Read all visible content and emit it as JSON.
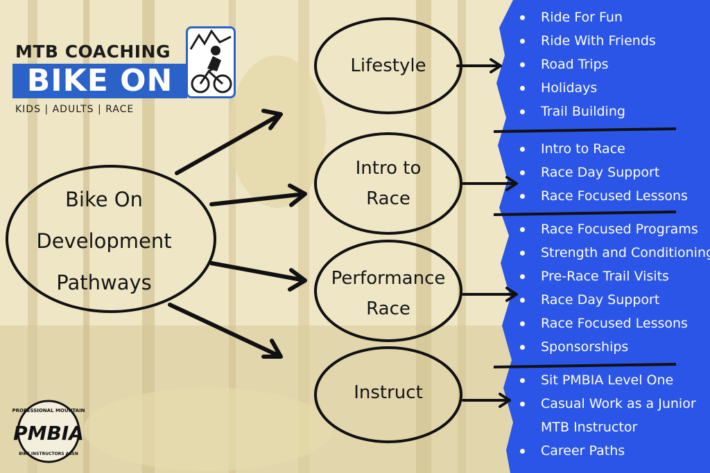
{
  "logo": {
    "line1": "MTB COACHING",
    "line2": "BIKE ON",
    "line3": "KIDS | ADULTS | RACE",
    "brand_color": "#2b62c8"
  },
  "hub": {
    "line1": "Bike On",
    "line2": "Development",
    "line3": "Pathways"
  },
  "pathways": [
    {
      "line1": "Lifestyle",
      "line2": ""
    },
    {
      "line1": "Intro to",
      "line2": "Race"
    },
    {
      "line1": "Performance",
      "line2": "Race"
    },
    {
      "line1": "Instruct",
      "line2": ""
    }
  ],
  "lists": [
    {
      "items": [
        "Ride For Fun",
        "Ride With Friends",
        "Road Trips",
        "Holidays",
        "Trail Building"
      ]
    },
    {
      "items": [
        "Intro to Race",
        "Race Day Support",
        "Race Focused Lessons"
      ]
    },
    {
      "items": [
        "Race Focused Programs",
        "Strength and Conditioning",
        "Pre-Race Trail Visits",
        "Race Day Support",
        "Race Focused Lessons",
        "Sponsorships"
      ]
    },
    {
      "items": [
        "Sit PMBIA Level One",
        "Casual Work as a Junior",
        "MTB Instructor",
        "Career Paths"
      ]
    }
  ],
  "badge": {
    "top": "PROFESSIONAL MOUNTAIN",
    "main": "PMBIA",
    "bottom": "BIKE INSTRUCTORS ASSN"
  },
  "colors": {
    "panel": "#2b55e6",
    "ink": "#151515",
    "background": "#eadfb9"
  }
}
